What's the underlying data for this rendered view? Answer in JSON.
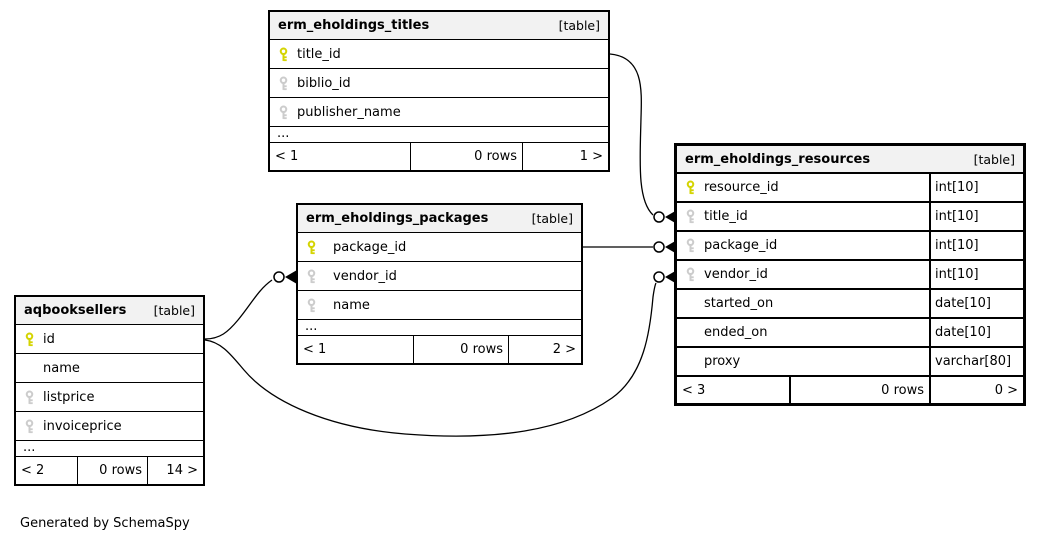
{
  "page": {
    "credit": "Generated by SchemaSpy"
  },
  "colors": {
    "primary_key": "#d4d400",
    "foreign_key": "#cccccc",
    "header_bg": "#f2f2f2",
    "border": "#000000",
    "line": "#000000"
  },
  "tables": [
    {
      "name": "erm_eholdings_titles",
      "badge": "[table]",
      "columns": [
        {
          "name": "title_id",
          "key": "primary"
        },
        {
          "name": "biblio_id",
          "key": "foreign"
        },
        {
          "name": "publisher_name",
          "key": "foreign"
        }
      ],
      "ellipsis": "...",
      "footer": {
        "left": "< 1",
        "center": "0 rows",
        "right": "1 >"
      }
    },
    {
      "name": "erm_eholdings_packages",
      "badge": "[table]",
      "columns": [
        {
          "name": "package_id",
          "key": "primary"
        },
        {
          "name": "vendor_id",
          "key": "foreign"
        },
        {
          "name": "name",
          "key": "foreign"
        }
      ],
      "ellipsis": "...",
      "footer": {
        "left": "< 1",
        "center": "0 rows",
        "right": "2 >"
      }
    },
    {
      "name": "aqbooksellers",
      "badge": "[table]",
      "columns": [
        {
          "name": "id",
          "key": "primary"
        },
        {
          "name": "name",
          "key": "none"
        },
        {
          "name": "listprice",
          "key": "foreign"
        },
        {
          "name": "invoiceprice",
          "key": "foreign"
        }
      ],
      "ellipsis": "...",
      "footer": {
        "left": "< 2",
        "center": "0 rows",
        "right": "14 >"
      }
    },
    {
      "name": "erm_eholdings_resources",
      "badge": "[table]",
      "emphasized": true,
      "columns": [
        {
          "name": "resource_id",
          "type": "int[10]",
          "key": "primary"
        },
        {
          "name": "title_id",
          "type": "int[10]",
          "key": "foreign"
        },
        {
          "name": "package_id",
          "type": "int[10]",
          "key": "foreign"
        },
        {
          "name": "vendor_id",
          "type": "int[10]",
          "key": "foreign"
        },
        {
          "name": "started_on",
          "type": "date[10]",
          "key": "none"
        },
        {
          "name": "ended_on",
          "type": "date[10]",
          "key": "none"
        },
        {
          "name": "proxy",
          "type": "varchar[80]",
          "key": "none"
        }
      ],
      "footer": {
        "left": "< 3",
        "center": "0 rows",
        "right": "0 >"
      }
    }
  ],
  "relationships": [
    {
      "from": "erm_eholdings_titles.title_id",
      "to": "erm_eholdings_resources.title_id"
    },
    {
      "from": "erm_eholdings_packages.package_id",
      "to": "erm_eholdings_resources.package_id"
    },
    {
      "from": "aqbooksellers.id",
      "to": "erm_eholdings_packages.vendor_id"
    },
    {
      "from": "aqbooksellers.id",
      "to": "erm_eholdings_resources.vendor_id"
    }
  ]
}
